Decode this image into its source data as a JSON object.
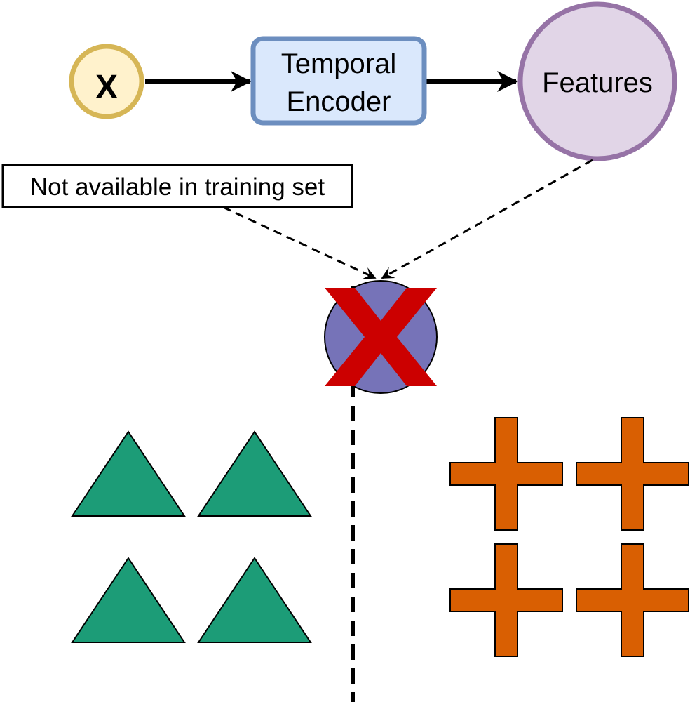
{
  "nodes": {
    "input": {
      "label": "X",
      "fill": "#fff2cc",
      "stroke": "#d6b656"
    },
    "encoder": {
      "label_line1": "Temporal",
      "label_line2": "Encoder",
      "fill": "#dae8fc",
      "stroke": "#6c8ebf"
    },
    "features": {
      "label": "Features",
      "fill": "#e1d5e7",
      "stroke": "#9673a6"
    },
    "callout": {
      "label": "Not available in training set",
      "fill": "#ffffff",
      "stroke": "#000000"
    },
    "query_point": {
      "fill": "#7673b8",
      "stroke": "#000000"
    }
  },
  "rejected_mark": {
    "icon": "red-x-icon",
    "color": "#cc0000"
  },
  "classes": {
    "triangles": {
      "icon": "triangle-icon",
      "count": 4,
      "fill": "#1c9c77",
      "stroke": "#000000"
    },
    "crosses": {
      "icon": "plus-cross-icon",
      "count": 4,
      "fill": "#d95f02",
      "stroke": "#000000"
    }
  },
  "boundary": {
    "style": "dashed",
    "color": "#000000"
  }
}
